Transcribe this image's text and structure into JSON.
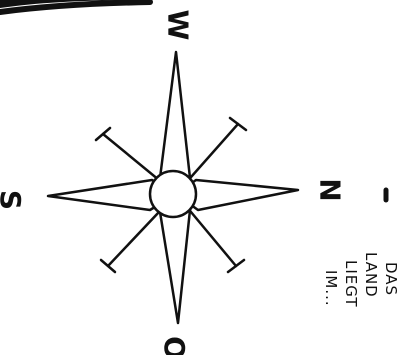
{
  "compass": {
    "directions": {
      "top": "W",
      "right": "N",
      "left": "S",
      "bottom": "O"
    }
  },
  "note": {
    "lines": [
      "DAS",
      "LAND",
      "LIEGT",
      "IM..."
    ]
  },
  "colors": {
    "ink": "#111111",
    "paper": "#ffffff"
  }
}
